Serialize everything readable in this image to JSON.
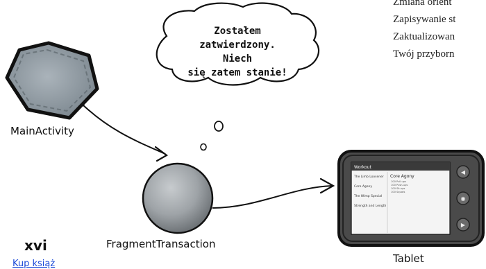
{
  "toc": [
    "Zmiana orient",
    "Zapisywanie st",
    "Zaktualizowan",
    "Twój przyborn"
  ],
  "speech_bubble": {
    "lines": [
      "Zostałem",
      "zatwierdzony. Niech",
      "się zatem stanie!"
    ]
  },
  "labels": {
    "main_activity": "MainActivity",
    "fragment_transaction": "FragmentTransaction",
    "tablet": "Tablet"
  },
  "page_number": "xvi",
  "footer_link": "Kup książ",
  "tablet_screen": {
    "title": "Workout",
    "list_items": [
      "The Limb Loosener",
      "Core Agony",
      "The Wimp Special",
      "Strength and Length"
    ],
    "detail_title": "Core Agony",
    "detail_lines": [
      "100 Pull ups",
      "100 Push-ups",
      "100 Sit-ups",
      "100 Squats"
    ],
    "buttons": [
      "◀",
      "◉",
      "▶"
    ]
  },
  "colors": {
    "hexagon": "#8f9aa2",
    "sphere": "#9aa0a4",
    "tablet_frame": "#3a3a3a",
    "link": "#1a49d8"
  }
}
